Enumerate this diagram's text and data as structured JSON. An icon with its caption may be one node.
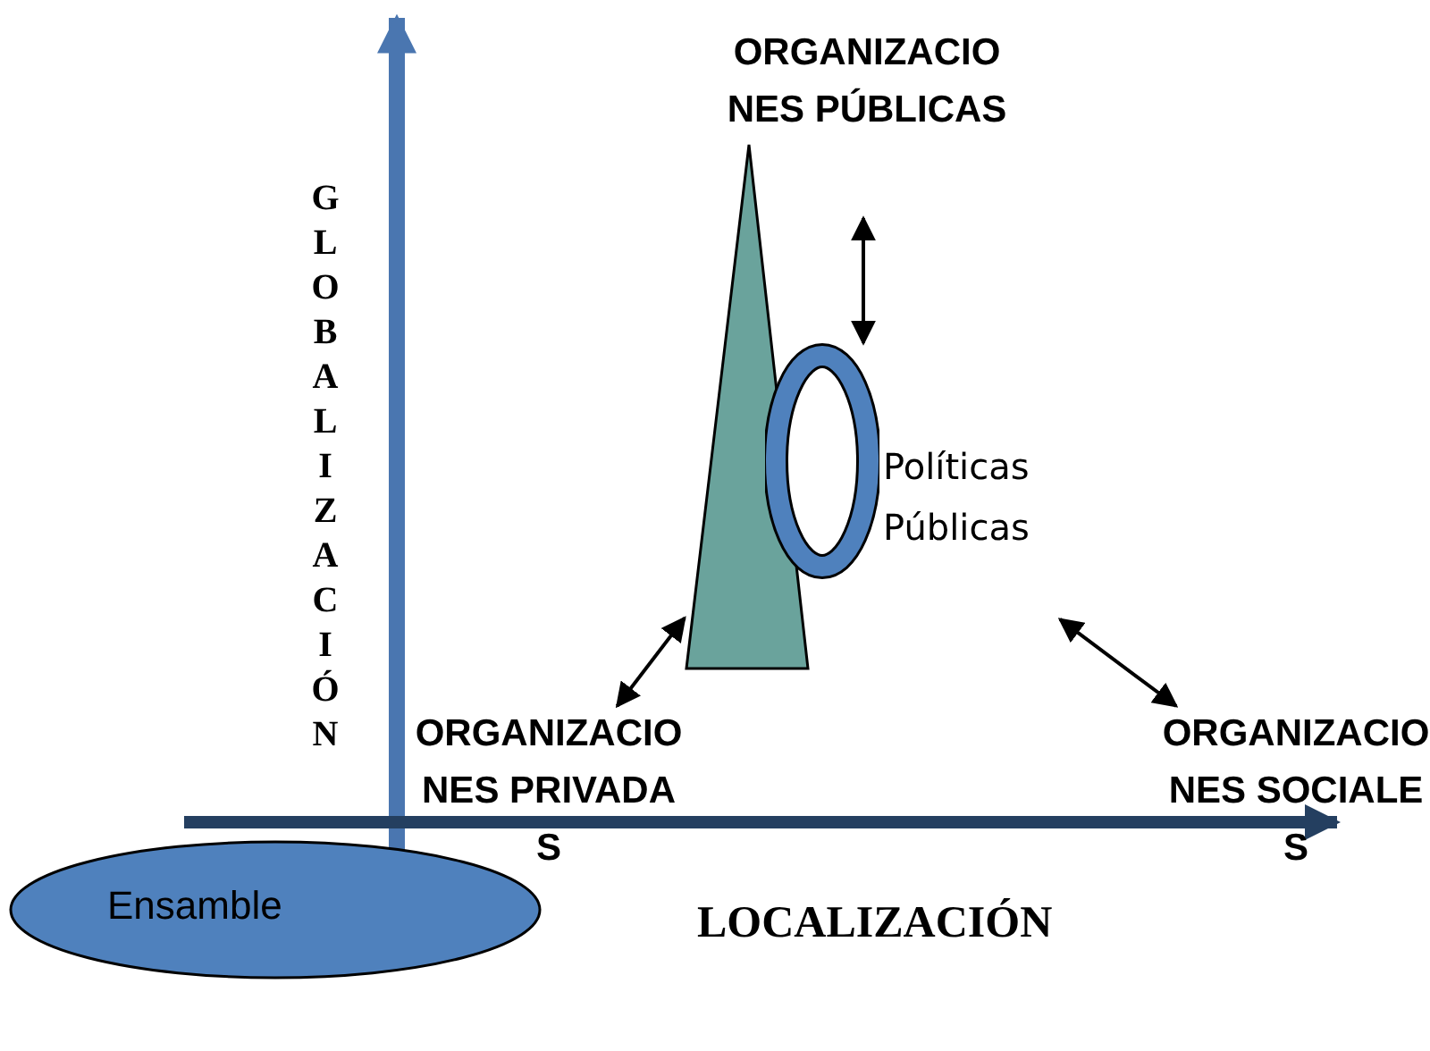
{
  "diagram": {
    "nodes": [
      {
        "text": [
          "ORGANIZACIONES PÚBLICAS"
        ]
      },
      {
        "text": [],
        "shape": "triangle"
      },
      {
        "text": [
          "Políticas Públicas"
        ]
      },
      {
        "text": [
          "ORGANIZACIONES PRIVADAS"
        ]
      },
      {
        "text": [
          "ORGANIZACIONES SOCIALES"
        ]
      },
      {
        "text": [
          "Ensamble"
        ]
      }
    ],
    "edges": [
      {
        "from": 0,
        "to": 2,
        "arrow": "both"
      },
      {
        "from": 3,
        "to": 1,
        "arrow": "both"
      },
      {
        "from": 2,
        "to": 4,
        "arrow": "both"
      }
    ],
    "labels": [
      "GLOBALIZACIÓN",
      "LOCALIZACIÓN"
    ]
  }
}
